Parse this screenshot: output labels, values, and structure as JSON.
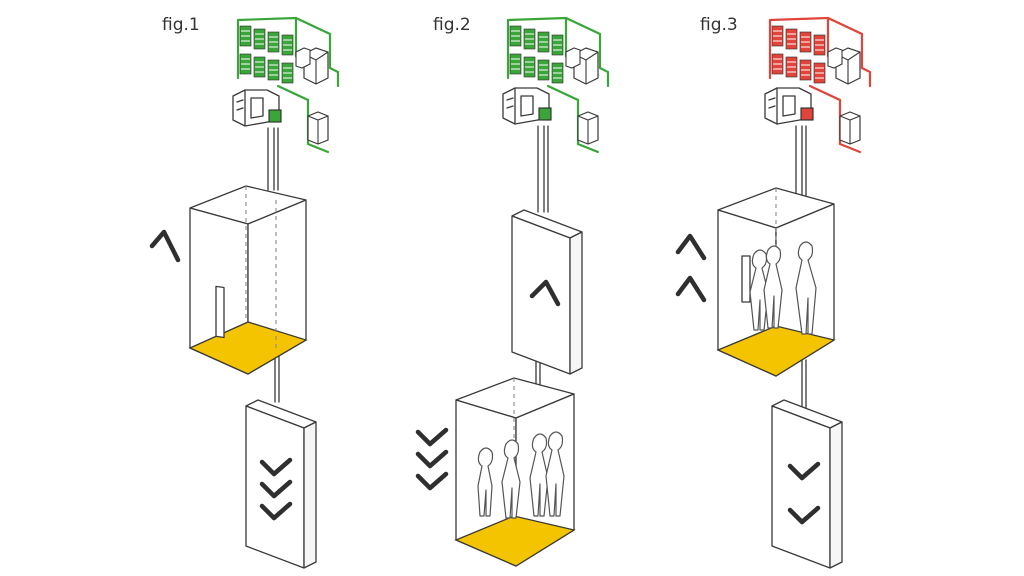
{
  "figures": [
    {
      "label": "fig.1",
      "status_color": "#3aa63a"
    },
    {
      "label": "fig.2",
      "status_color": "#3aa63a"
    },
    {
      "label": "fig.3",
      "status_color": "#e0443a"
    }
  ],
  "colors": {
    "floor": "#f5c400",
    "line": "#3a3a3a",
    "ok": "#3aa63a",
    "alert": "#e0443a"
  },
  "icons": [
    "up-arrow-icon",
    "down-arrow-icon",
    "battery-icon",
    "motor-icon",
    "person-icon"
  ]
}
